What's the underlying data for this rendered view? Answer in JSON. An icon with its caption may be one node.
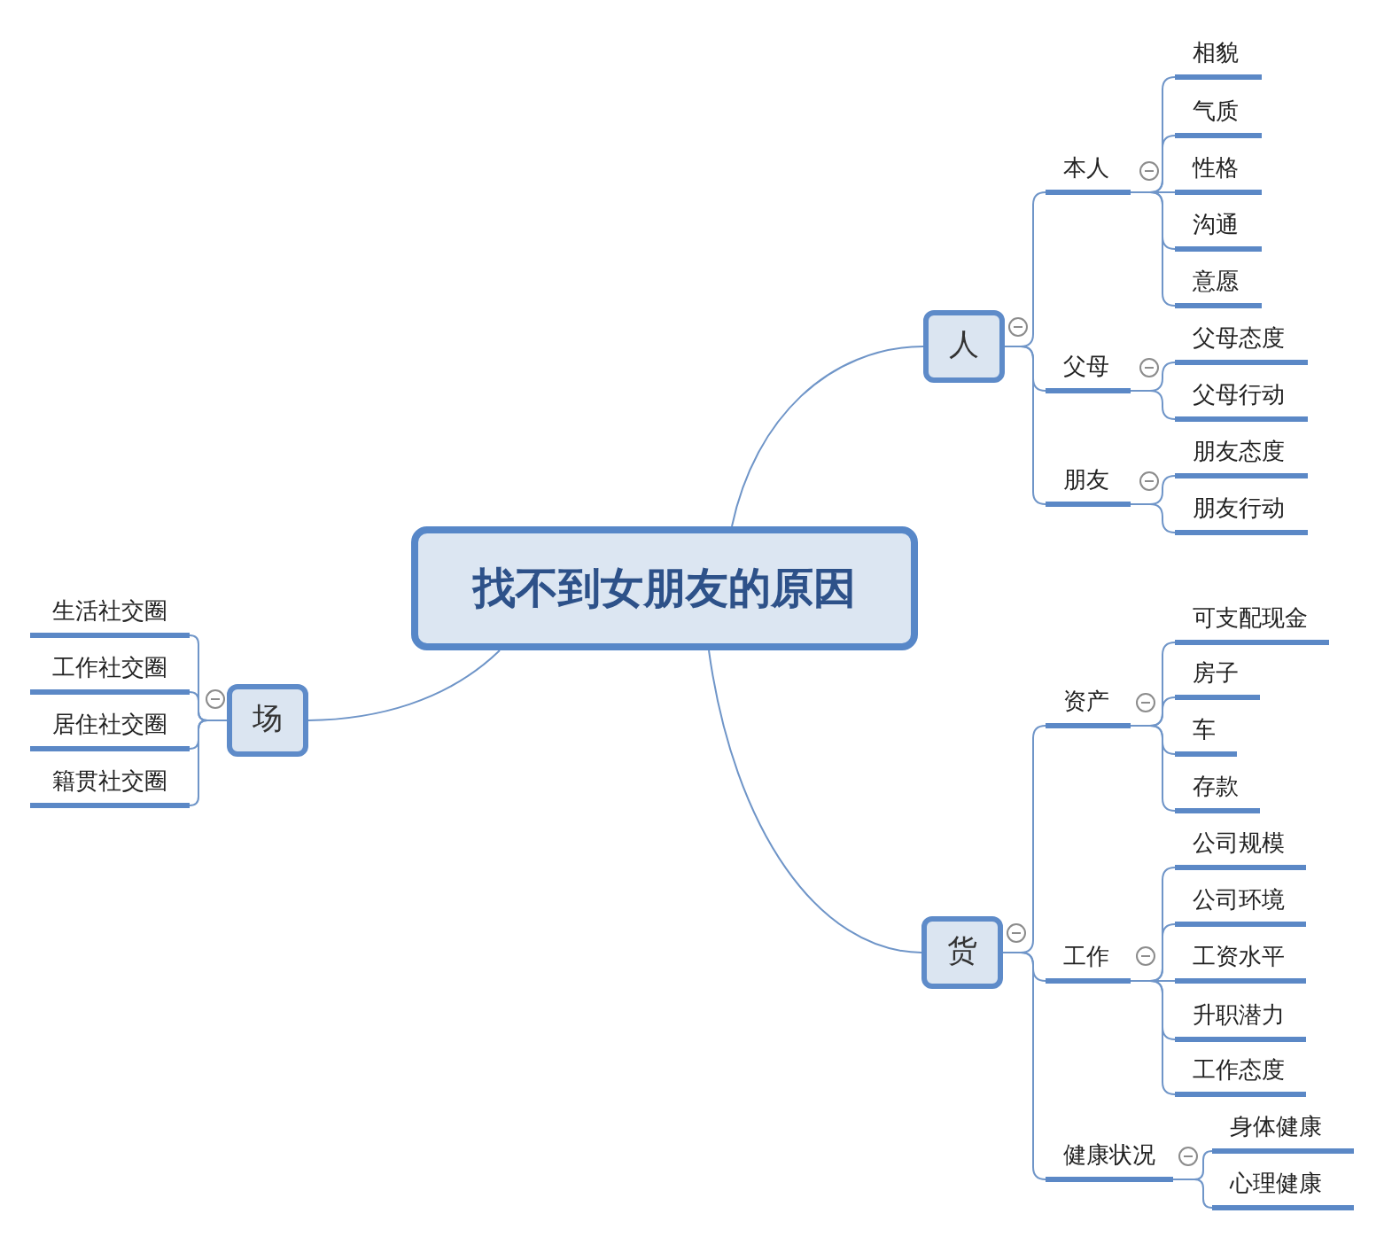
{
  "diagram": {
    "nodes": [
      {
        "text": [
          "找不到女朋友的原因"
        ]
      },
      {
        "text": [
          "人"
        ]
      },
      {
        "text": [
          "本人"
        ]
      },
      {
        "text": [
          "相貌"
        ]
      },
      {
        "text": [
          "气质"
        ]
      },
      {
        "text": [
          "性格"
        ]
      },
      {
        "text": [
          "沟通"
        ]
      },
      {
        "text": [
          "意愿"
        ]
      },
      {
        "text": [
          "父母"
        ]
      },
      {
        "text": [
          "父母态度"
        ]
      },
      {
        "text": [
          "父母行动"
        ]
      },
      {
        "text": [
          "朋友"
        ]
      },
      {
        "text": [
          "朋友态度"
        ]
      },
      {
        "text": [
          "朋友行动"
        ]
      },
      {
        "text": [
          "货"
        ]
      },
      {
        "text": [
          "资产"
        ]
      },
      {
        "text": [
          "可支配现金"
        ]
      },
      {
        "text": [
          "房子"
        ]
      },
      {
        "text": [
          "车"
        ]
      },
      {
        "text": [
          "存款"
        ]
      },
      {
        "text": [
          "工作"
        ]
      },
      {
        "text": [
          "公司规模"
        ]
      },
      {
        "text": [
          "公司环境"
        ]
      },
      {
        "text": [
          "工资水平"
        ]
      },
      {
        "text": [
          "升职潜力"
        ]
      },
      {
        "text": [
          "工作态度"
        ]
      },
      {
        "text": [
          "健康状况"
        ]
      },
      {
        "text": [
          "身体健康"
        ]
      },
      {
        "text": [
          "心理健康"
        ]
      },
      {
        "text": [
          "场"
        ]
      },
      {
        "text": [
          "生活社交圈"
        ]
      },
      {
        "text": [
          "工作社交圈"
        ]
      },
      {
        "text": [
          "居住社交圈"
        ]
      },
      {
        "text": [
          "籍贯社交圈"
        ]
      }
    ],
    "edges": [
      {
        "from": 0,
        "to": 1,
        "arrow": "none"
      },
      {
        "from": 1,
        "to": 2,
        "arrow": "none"
      },
      {
        "from": 2,
        "to": 3,
        "arrow": "none"
      },
      {
        "from": 2,
        "to": 4,
        "arrow": "none"
      },
      {
        "from": 2,
        "to": 5,
        "arrow": "none"
      },
      {
        "from": 2,
        "to": 6,
        "arrow": "none"
      },
      {
        "from": 2,
        "to": 7,
        "arrow": "none"
      },
      {
        "from": 1,
        "to": 8,
        "arrow": "none"
      },
      {
        "from": 8,
        "to": 9,
        "arrow": "none"
      },
      {
        "from": 8,
        "to": 10,
        "arrow": "none"
      },
      {
        "from": 1,
        "to": 11,
        "arrow": "none"
      },
      {
        "from": 11,
        "to": 12,
        "arrow": "none"
      },
      {
        "from": 11,
        "to": 13,
        "arrow": "none"
      },
      {
        "from": 0,
        "to": 14,
        "arrow": "none"
      },
      {
        "from": 14,
        "to": 15,
        "arrow": "none"
      },
      {
        "from": 15,
        "to": 16,
        "arrow": "none"
      },
      {
        "from": 15,
        "to": 17,
        "arrow": "none"
      },
      {
        "from": 15,
        "to": 18,
        "arrow": "none"
      },
      {
        "from": 15,
        "to": 19,
        "arrow": "none"
      },
      {
        "from": 14,
        "to": 20,
        "arrow": "none"
      },
      {
        "from": 20,
        "to": 21,
        "arrow": "none"
      },
      {
        "from": 20,
        "to": 22,
        "arrow": "none"
      },
      {
        "from": 20,
        "to": 23,
        "arrow": "none"
      },
      {
        "from": 20,
        "to": 24,
        "arrow": "none"
      },
      {
        "from": 20,
        "to": 25,
        "arrow": "none"
      },
      {
        "from": 14,
        "to": 26,
        "arrow": "none"
      },
      {
        "from": 26,
        "to": 27,
        "arrow": "none"
      },
      {
        "from": 26,
        "to": 28,
        "arrow": "none"
      },
      {
        "from": 0,
        "to": 29,
        "arrow": "none"
      },
      {
        "from": 29,
        "to": 30,
        "arrow": "none"
      },
      {
        "from": 29,
        "to": 31,
        "arrow": "none"
      },
      {
        "from": 29,
        "to": 32,
        "arrow": "none"
      },
      {
        "from": 29,
        "to": 33,
        "arrow": "none"
      }
    ]
  }
}
